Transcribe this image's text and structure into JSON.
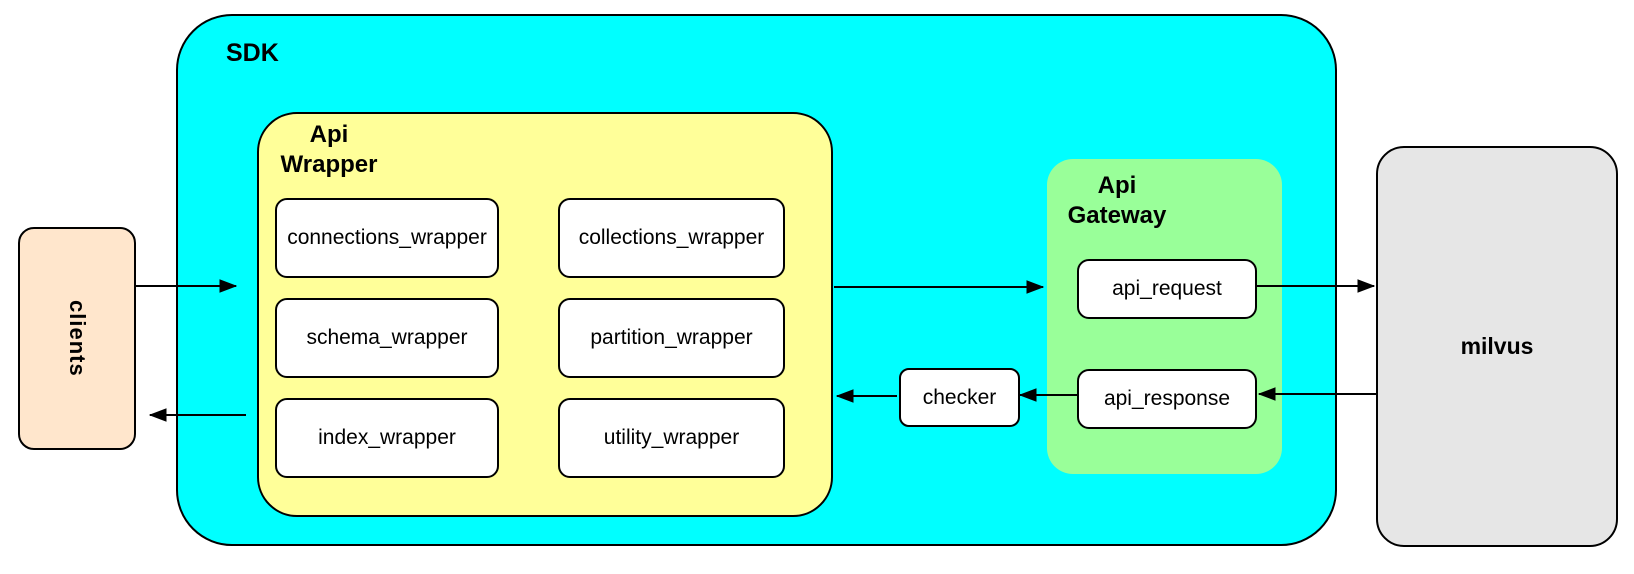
{
  "diagram": {
    "clients": {
      "label": "clients"
    },
    "sdk": {
      "label": "SDK"
    },
    "api_wrapper": {
      "label": "Api\nWrapper",
      "boxes": [
        "connections_wrapper",
        "collections_wrapper",
        "schema_wrapper",
        "partition_wrapper",
        "index_wrapper",
        "utility_wrapper"
      ]
    },
    "checker": {
      "label": "checker"
    },
    "api_gateway": {
      "label": "Api\nGateway",
      "request_label": "api_request",
      "response_label": "api_response"
    },
    "milvus": {
      "label": "milvus"
    },
    "colors": {
      "sdk_fill": "#00ffff",
      "api_wrapper_fill": "#ffff99",
      "api_gateway_fill": "#99ff99",
      "clients_fill": "#ffe6cc",
      "milvus_fill": "#e6e6e6",
      "node_fill": "#ffffff",
      "border": "#000000",
      "background": "#ffffff"
    },
    "connections": [
      {
        "from": "clients",
        "to": "sdk"
      },
      {
        "from": "sdk",
        "to": "clients"
      },
      {
        "from": "api_wrapper",
        "to": "api_gateway"
      },
      {
        "from": "api_request",
        "to": "milvus"
      },
      {
        "from": "milvus",
        "to": "api_response"
      },
      {
        "from": "api_response",
        "to": "checker"
      },
      {
        "from": "checker",
        "to": "api_wrapper"
      }
    ]
  }
}
